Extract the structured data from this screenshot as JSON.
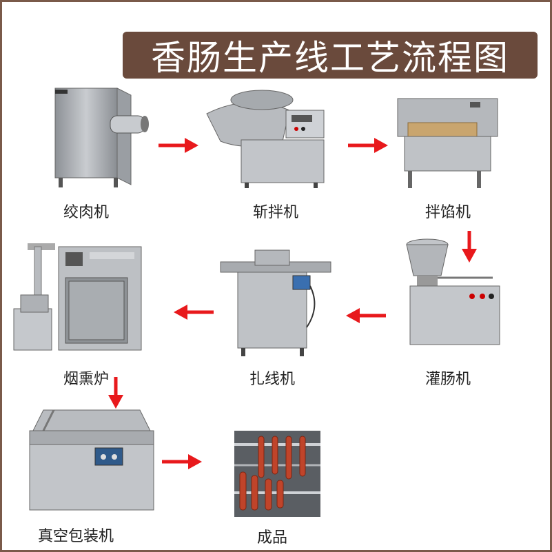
{
  "title": "香肠生产线工艺流程图",
  "steps": [
    {
      "label": "绞肉机",
      "icon": "meat-grinder-icon"
    },
    {
      "label": "斩拌机",
      "icon": "bowl-cutter-icon"
    },
    {
      "label": "拌馅机",
      "icon": "stuffing-mixer-icon"
    },
    {
      "label": "灌肠机",
      "icon": "sausage-filler-icon"
    },
    {
      "label": "扎线机",
      "icon": "sausage-tying-machine-icon"
    },
    {
      "label": "烟熏炉",
      "icon": "smokehouse-icon"
    },
    {
      "label": "真空包装机",
      "icon": "vacuum-packing-machine-icon"
    },
    {
      "label": "成品",
      "icon": "finished-sausages-icon"
    }
  ],
  "colors": {
    "arrow": "#e8191c",
    "title_bg": "#6a4a3c",
    "steel": "#b9bcc0"
  }
}
